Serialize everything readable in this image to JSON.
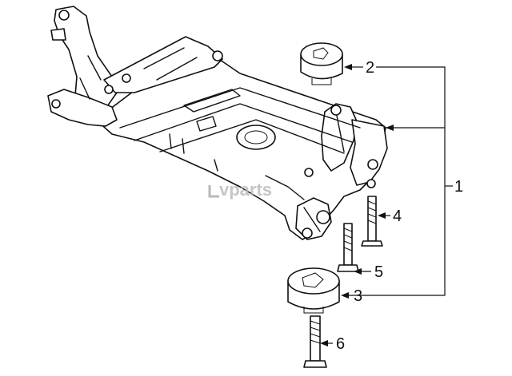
{
  "watermark": "vparts",
  "callouts": [
    {
      "id": "1",
      "label": "1"
    },
    {
      "id": "2",
      "label": "2"
    },
    {
      "id": "3",
      "label": "3"
    },
    {
      "id": "4",
      "label": "4"
    },
    {
      "id": "5",
      "label": "5"
    },
    {
      "id": "6",
      "label": "6"
    }
  ],
  "colors": {
    "ink": "#111111",
    "background": "#ffffff",
    "watermark": "#b9b9b9"
  }
}
